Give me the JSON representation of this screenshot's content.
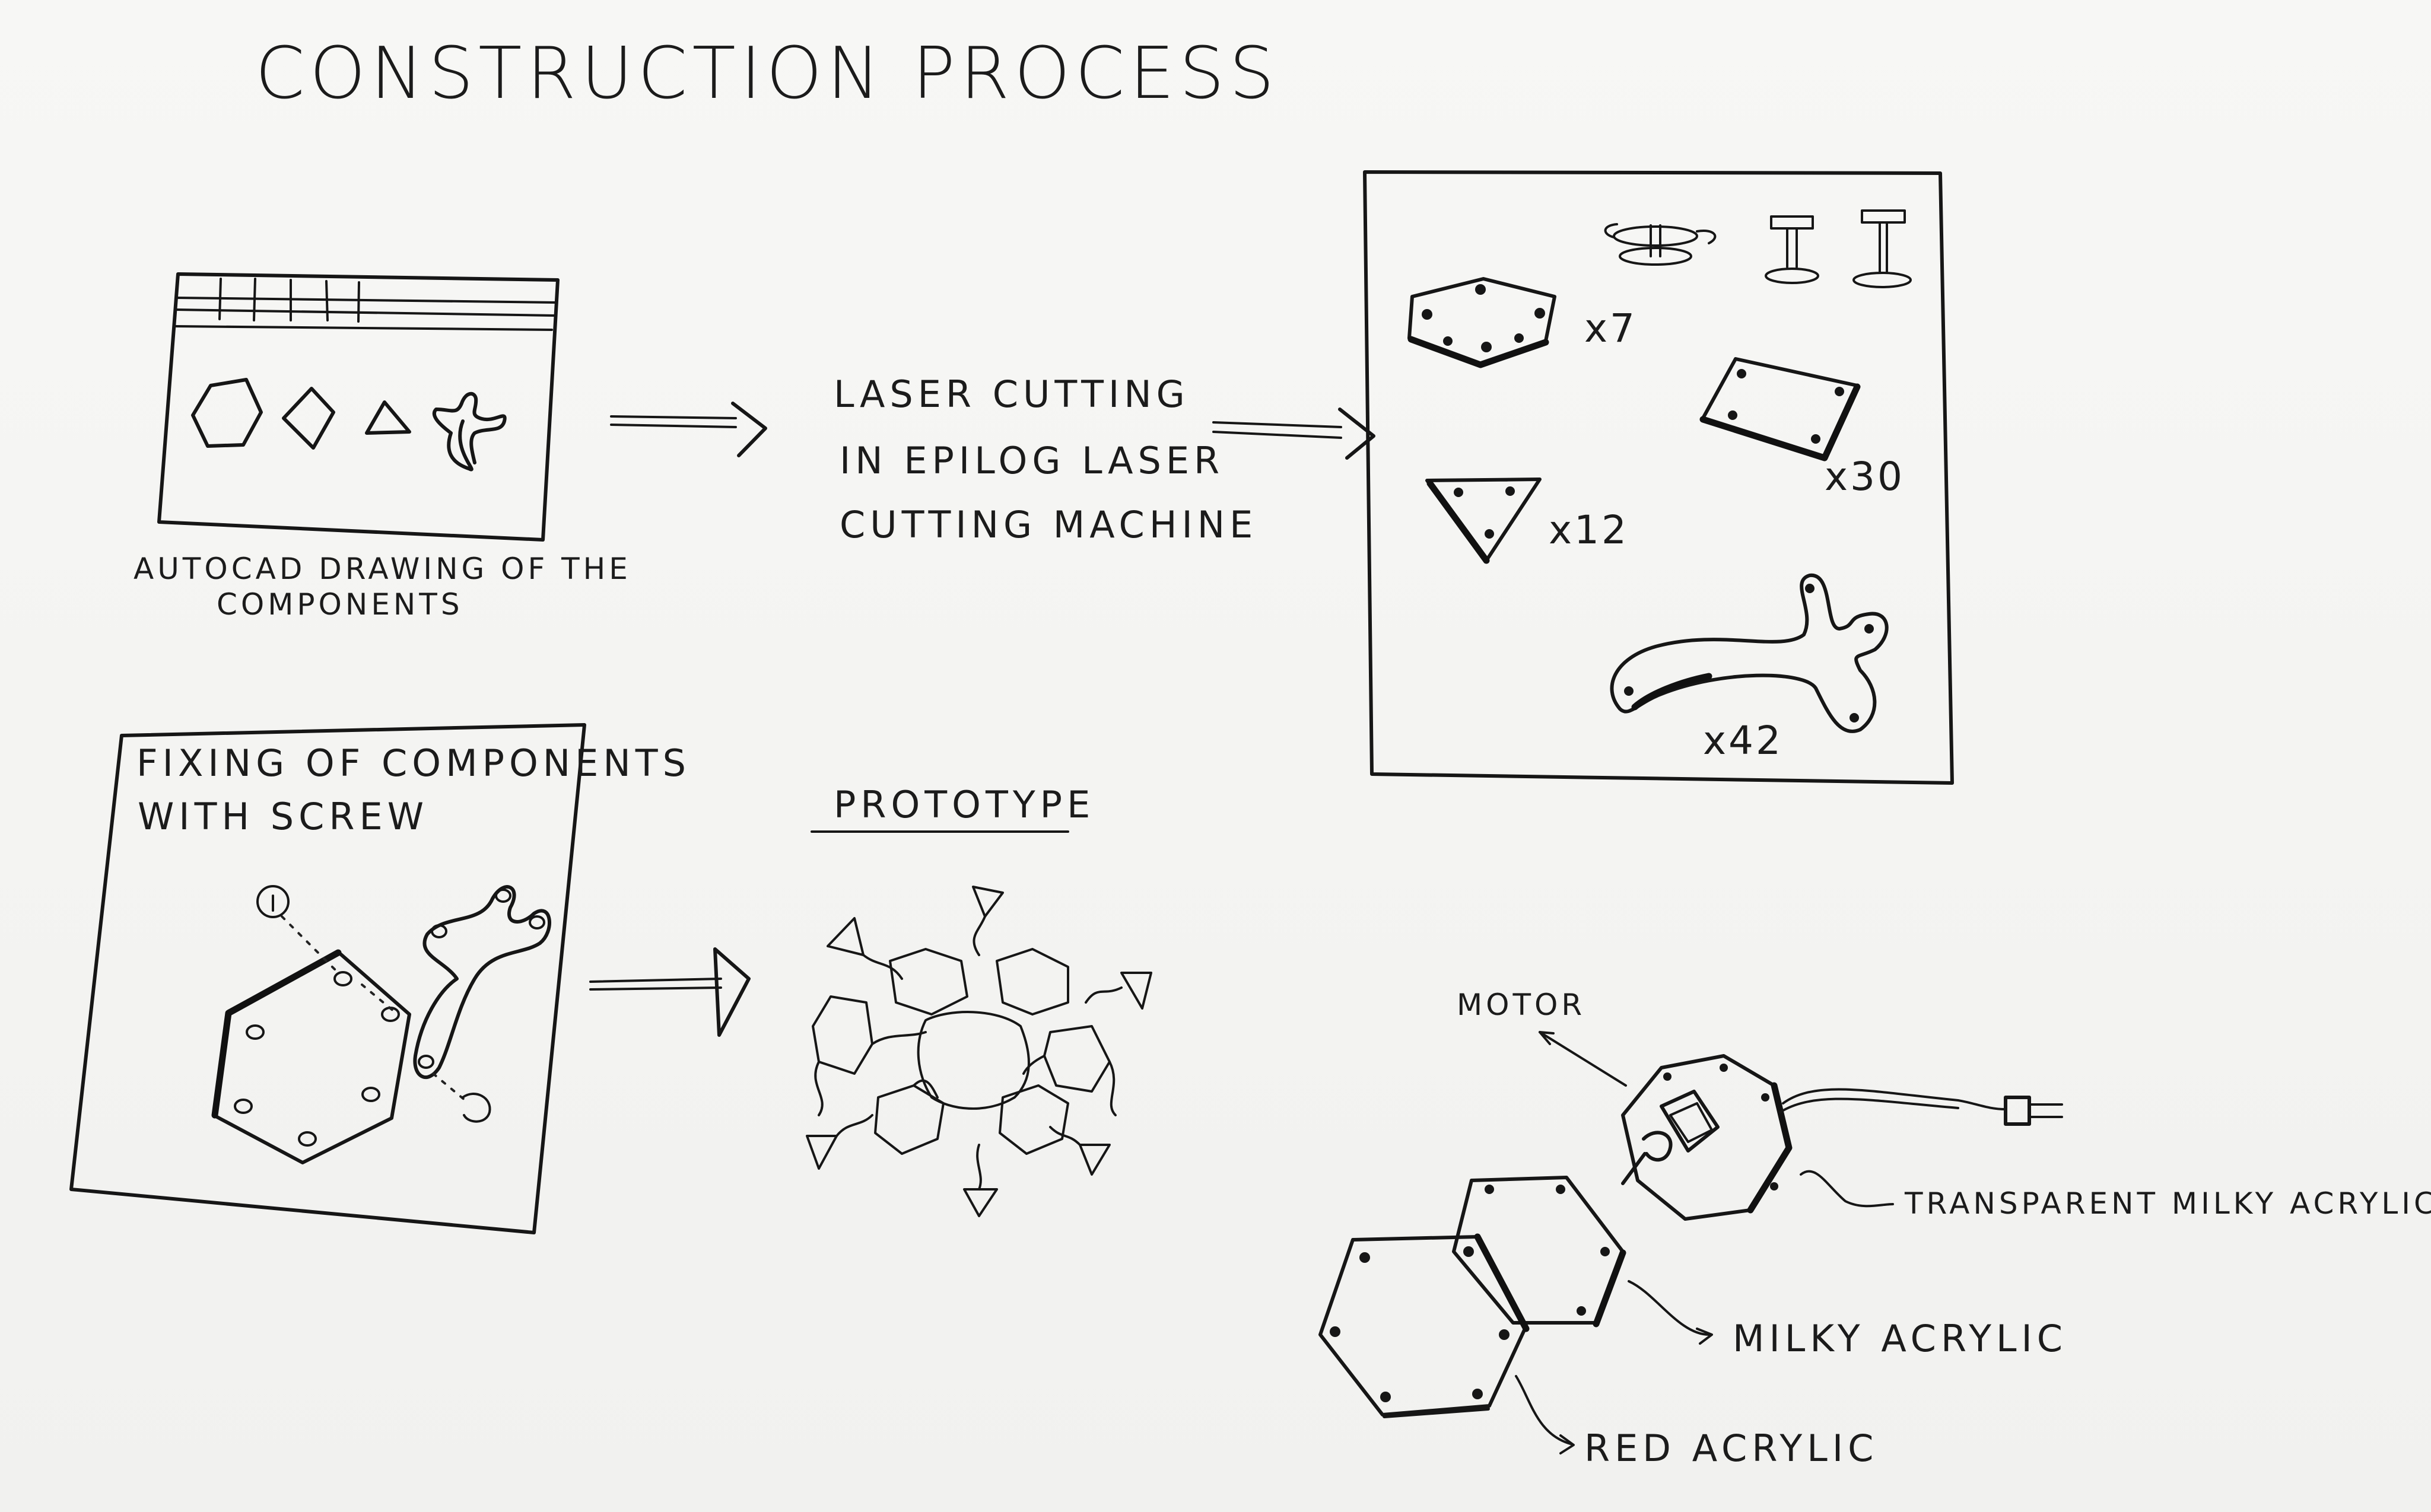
{
  "title": "CONSTRUCTION PROCESS",
  "steps": {
    "autocad_caption": [
      "AUTOCAD DRAWING OF THE",
      "COMPONENTS"
    ],
    "laser_cutting": [
      "LASER CUTTING",
      "IN EPILOG LASER",
      "CUTTING MACHINE"
    ],
    "fixing_caption": [
      "FIXING OF COMPONENTS",
      "WITH SCREW"
    ],
    "prototype_label": "PROTOTYPE"
  },
  "components": {
    "hexagon_qty": "x7",
    "square_qty": "x30",
    "triangle_qty": "x12",
    "organic_qty": "x42"
  },
  "assembly_labels": {
    "motor": "MOTOR",
    "transparent": "TRANSPARENT MILKY ACRYLIC",
    "milky": "MILKY ACRYLIC",
    "red": "RED ACRYLIC"
  }
}
